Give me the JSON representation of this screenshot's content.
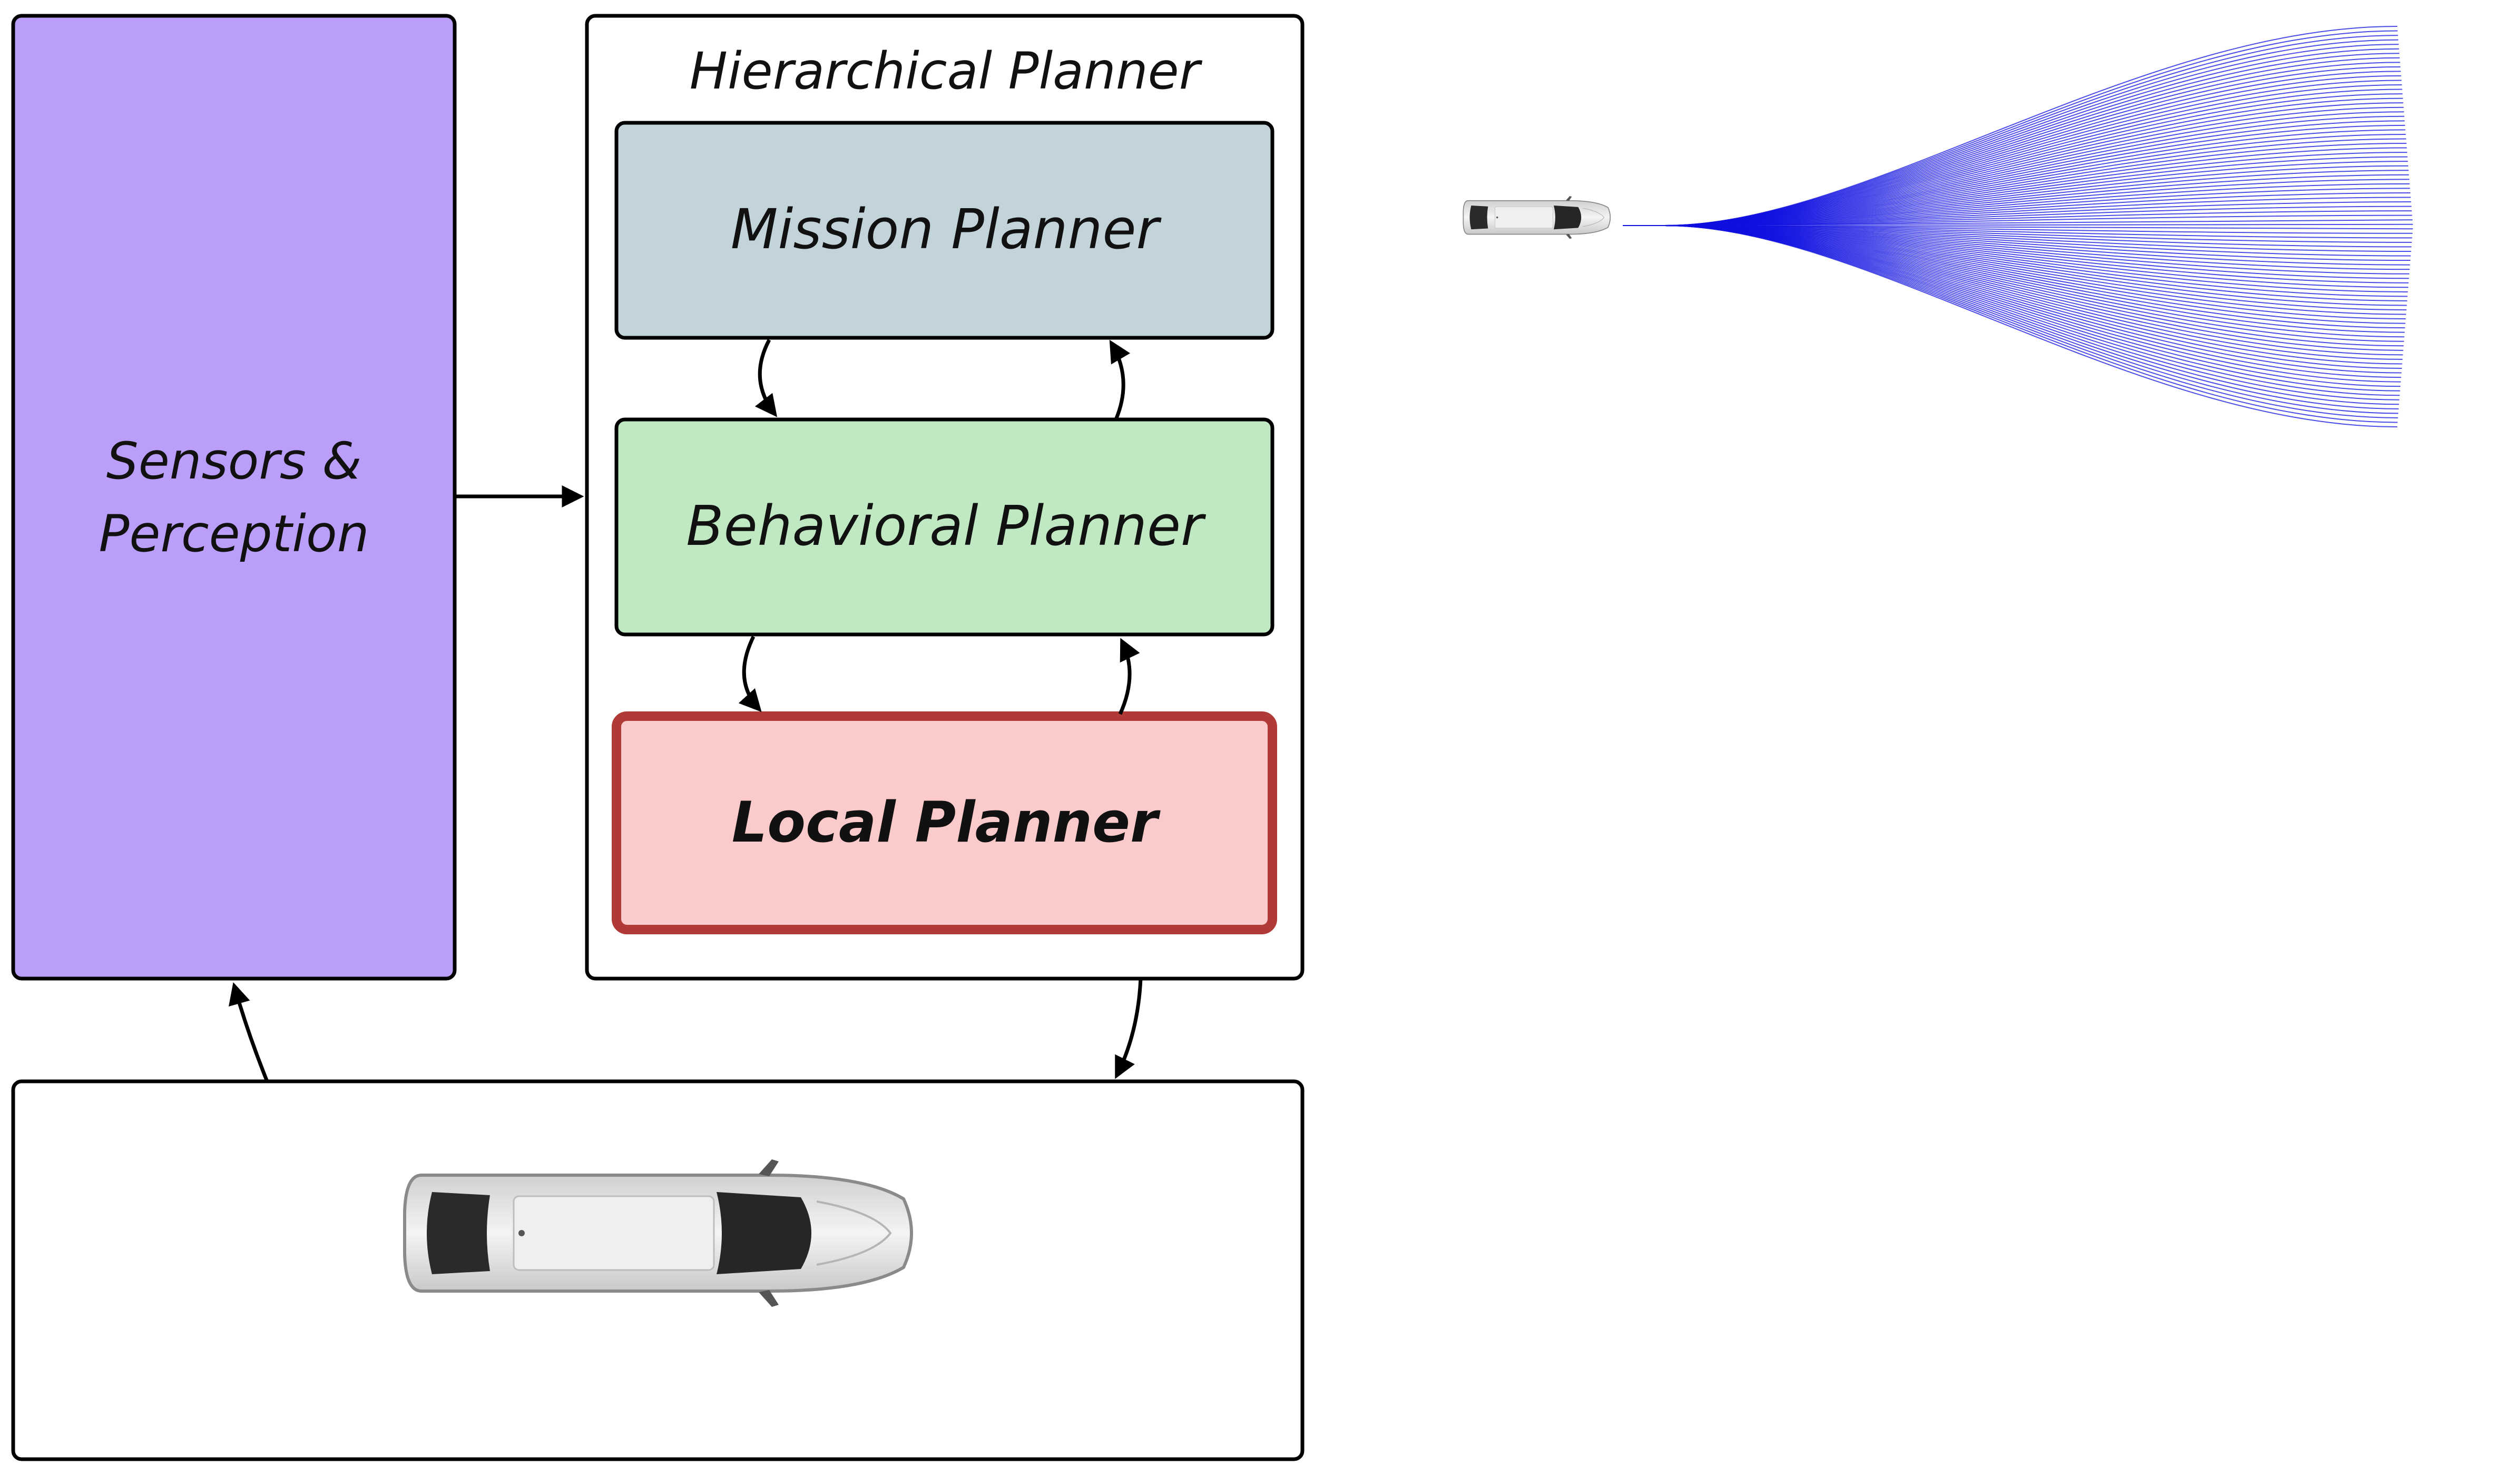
{
  "diagram": {
    "sensors": {
      "line1": "Sensors &",
      "line2": "Perception",
      "color": "#bb9ef9"
    },
    "hierarchical_planner": {
      "title": "Hierarchical Planner"
    },
    "mission_planner": {
      "label": "Mission Planner",
      "color": "#c3d3da"
    },
    "behavioral_planner": {
      "label": "Behavioral Planner",
      "color": "#c0e9c3"
    },
    "local_planner": {
      "label": "Local Planner",
      "color": "#fbcaca",
      "border_color": "#b03a36"
    },
    "vehicle": {
      "icon": "car-top-view-icon"
    },
    "trajectories": {
      "icon": "car-top-view-icon",
      "color": "#1010e0"
    }
  }
}
